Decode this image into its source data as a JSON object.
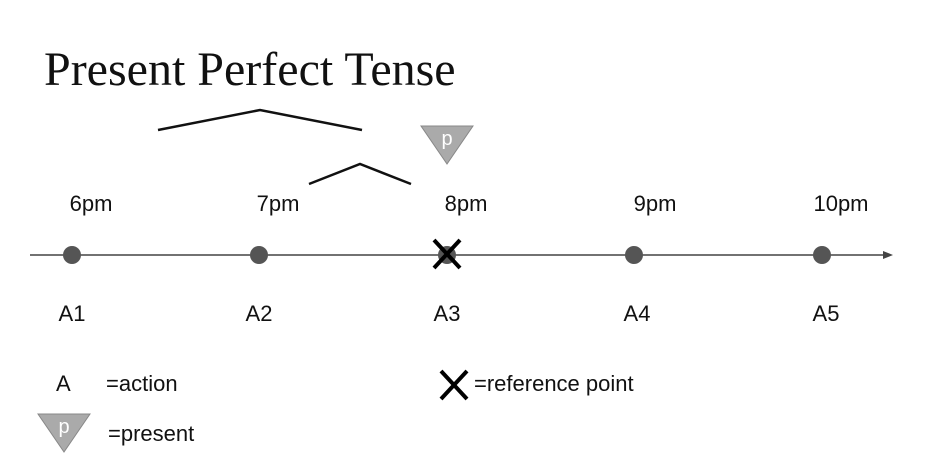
{
  "title": "Present Perfect Tense",
  "timeline": {
    "times": [
      "6pm",
      "7pm",
      "8pm",
      "9pm",
      "10pm"
    ],
    "actions": [
      "A1",
      "A2",
      "A3",
      "A4",
      "A5"
    ],
    "reference_point_index": 2,
    "present_marker_index": 2,
    "present_marker_letter": "p"
  },
  "legend": {
    "action_symbol": "A",
    "action_text": "=action",
    "reference_text": "=reference point",
    "present_letter": "p",
    "present_text": "=present"
  },
  "colors": {
    "line": "#444444",
    "dot": "#555555",
    "marker_fill": "#aaaaaa",
    "cross": "#000000"
  },
  "icons": [
    "present-marker-icon",
    "reference-cross-icon",
    "timeline-arrow-icon"
  ]
}
